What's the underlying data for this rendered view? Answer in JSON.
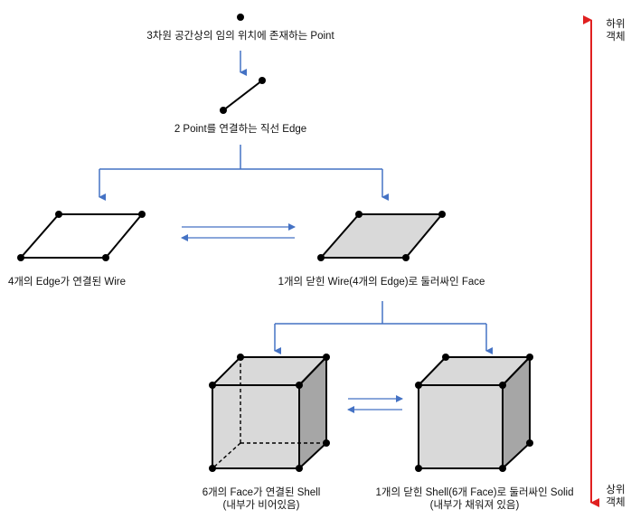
{
  "labels": {
    "point": "3차원 공간상의 임의 위치에 존재하는 Point",
    "edge": "2 Point를 연결하는 직선 Edge",
    "wire": "4개의 Edge가 연결된 Wire",
    "face": "1개의 닫힌 Wire(4개의 Edge)로 둘러싸인 Face",
    "shell_line1": "6개의 Face가 연결된 Shell",
    "shell_line2": "(내부가 비어있음)",
    "solid_line1": "1개의 닫힌 Shell(6개 Face)로 둘러싸인 Solid",
    "solid_line2": "(내부가 채워져 있음)"
  },
  "scale": {
    "top_line1": "하위",
    "top_line2": "객체",
    "bottom_line1": "상위",
    "bottom_line2": "객체"
  },
  "colors": {
    "connector": "#4472C4",
    "scale_arrow": "#E02020",
    "face_fill": "#D9D9D9",
    "side_fill": "#A6A6A6",
    "vertex": "#000000"
  }
}
